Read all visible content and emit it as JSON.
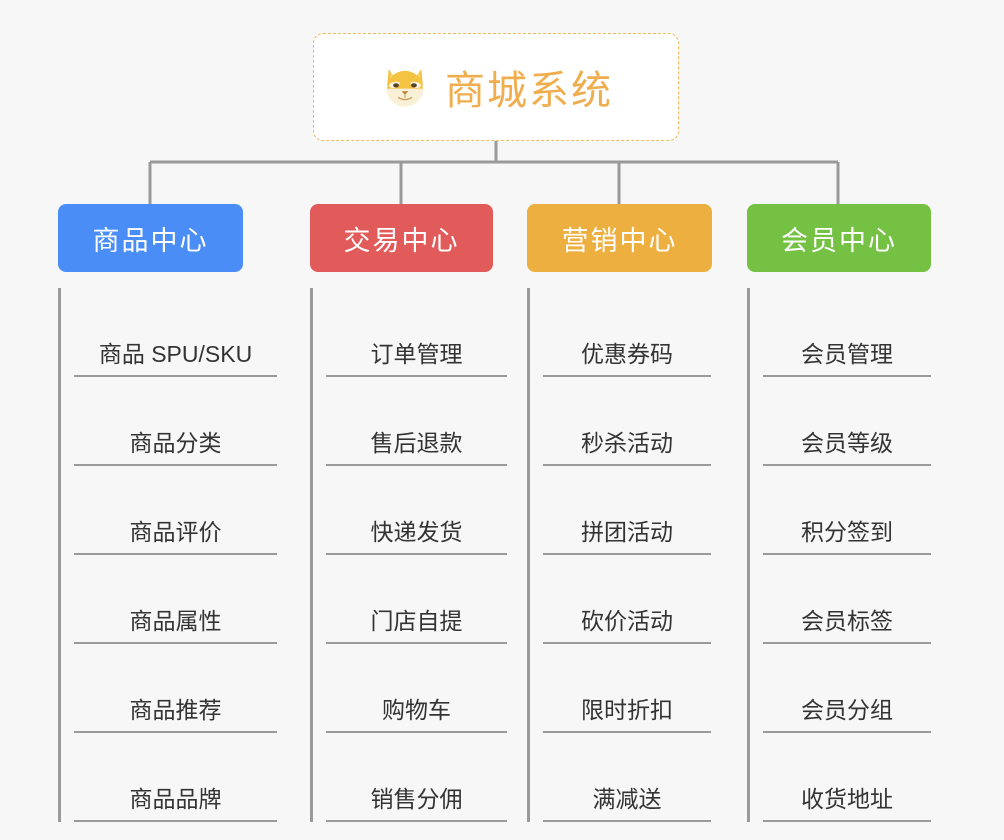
{
  "diagram": {
    "type": "org-chart",
    "background_color": "#f7f7f7",
    "connector_color": "#9a9a9a"
  },
  "root": {
    "icon": "shiba-dog-face-emoji",
    "title": "商城系统",
    "title_color": "#f0ad4e",
    "border_color": "#f0b95a",
    "border_style": "dashed",
    "background_color": "#ffffff"
  },
  "branches": [
    {
      "label": "商品中心",
      "color": "#4a8df6",
      "items": [
        {
          "label": "商品 SPU/SKU"
        },
        {
          "label": "商品分类"
        },
        {
          "label": "商品评价"
        },
        {
          "label": "商品属性"
        },
        {
          "label": "商品推荐"
        },
        {
          "label": "商品品牌"
        }
      ]
    },
    {
      "label": "交易中心",
      "color": "#e25b5b",
      "items": [
        {
          "label": "订单管理"
        },
        {
          "label": "售后退款"
        },
        {
          "label": "快递发货"
        },
        {
          "label": "门店自提"
        },
        {
          "label": "购物车"
        },
        {
          "label": "销售分佣"
        }
      ]
    },
    {
      "label": "营销中心",
      "color": "#eeaf41",
      "items": [
        {
          "label": "优惠券码"
        },
        {
          "label": "秒杀活动"
        },
        {
          "label": "拼团活动"
        },
        {
          "label": "砍价活动"
        },
        {
          "label": "限时折扣"
        },
        {
          "label": "满减送"
        }
      ]
    },
    {
      "label": "会员中心",
      "color": "#74c144",
      "items": [
        {
          "label": "会员管理"
        },
        {
          "label": "会员等级"
        },
        {
          "label": "积分签到"
        },
        {
          "label": "会员标签"
        },
        {
          "label": "会员分组"
        },
        {
          "label": "收货地址"
        }
      ]
    }
  ]
}
